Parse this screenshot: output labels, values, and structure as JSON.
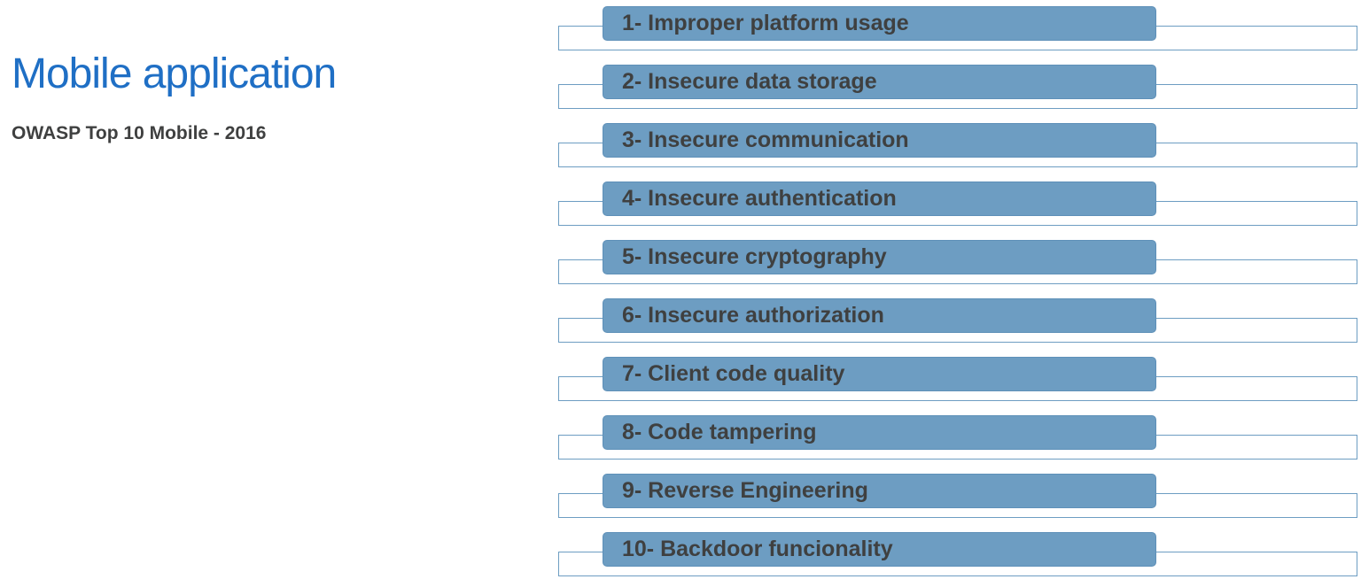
{
  "slide": {
    "title": "Mobile application",
    "subtitle": "OWASP Top 10 Mobile - 2016"
  },
  "items": [
    {
      "label": "1- Improper platform usage"
    },
    {
      "label": "2- Insecure data storage"
    },
    {
      "label": "3- Insecure communication"
    },
    {
      "label": "4- Insecure authentication"
    },
    {
      "label": "5- Insecure cryptography"
    },
    {
      "label": "6- Insecure authorization"
    },
    {
      "label": "7- Client code quality"
    },
    {
      "label": "8- Code tampering"
    },
    {
      "label": "9- Reverse Engineering"
    },
    {
      "label": "10- Backdoor funcionality"
    }
  ],
  "colors": {
    "title_text": "#1f6fc5",
    "subtitle_text": "#3f4040",
    "bar_fill": "#6d9dc2",
    "bar_border": "#5e90b8",
    "bar_text": "#3f4040",
    "outline_border": "#6d9dc2",
    "background": "#ffffff"
  }
}
